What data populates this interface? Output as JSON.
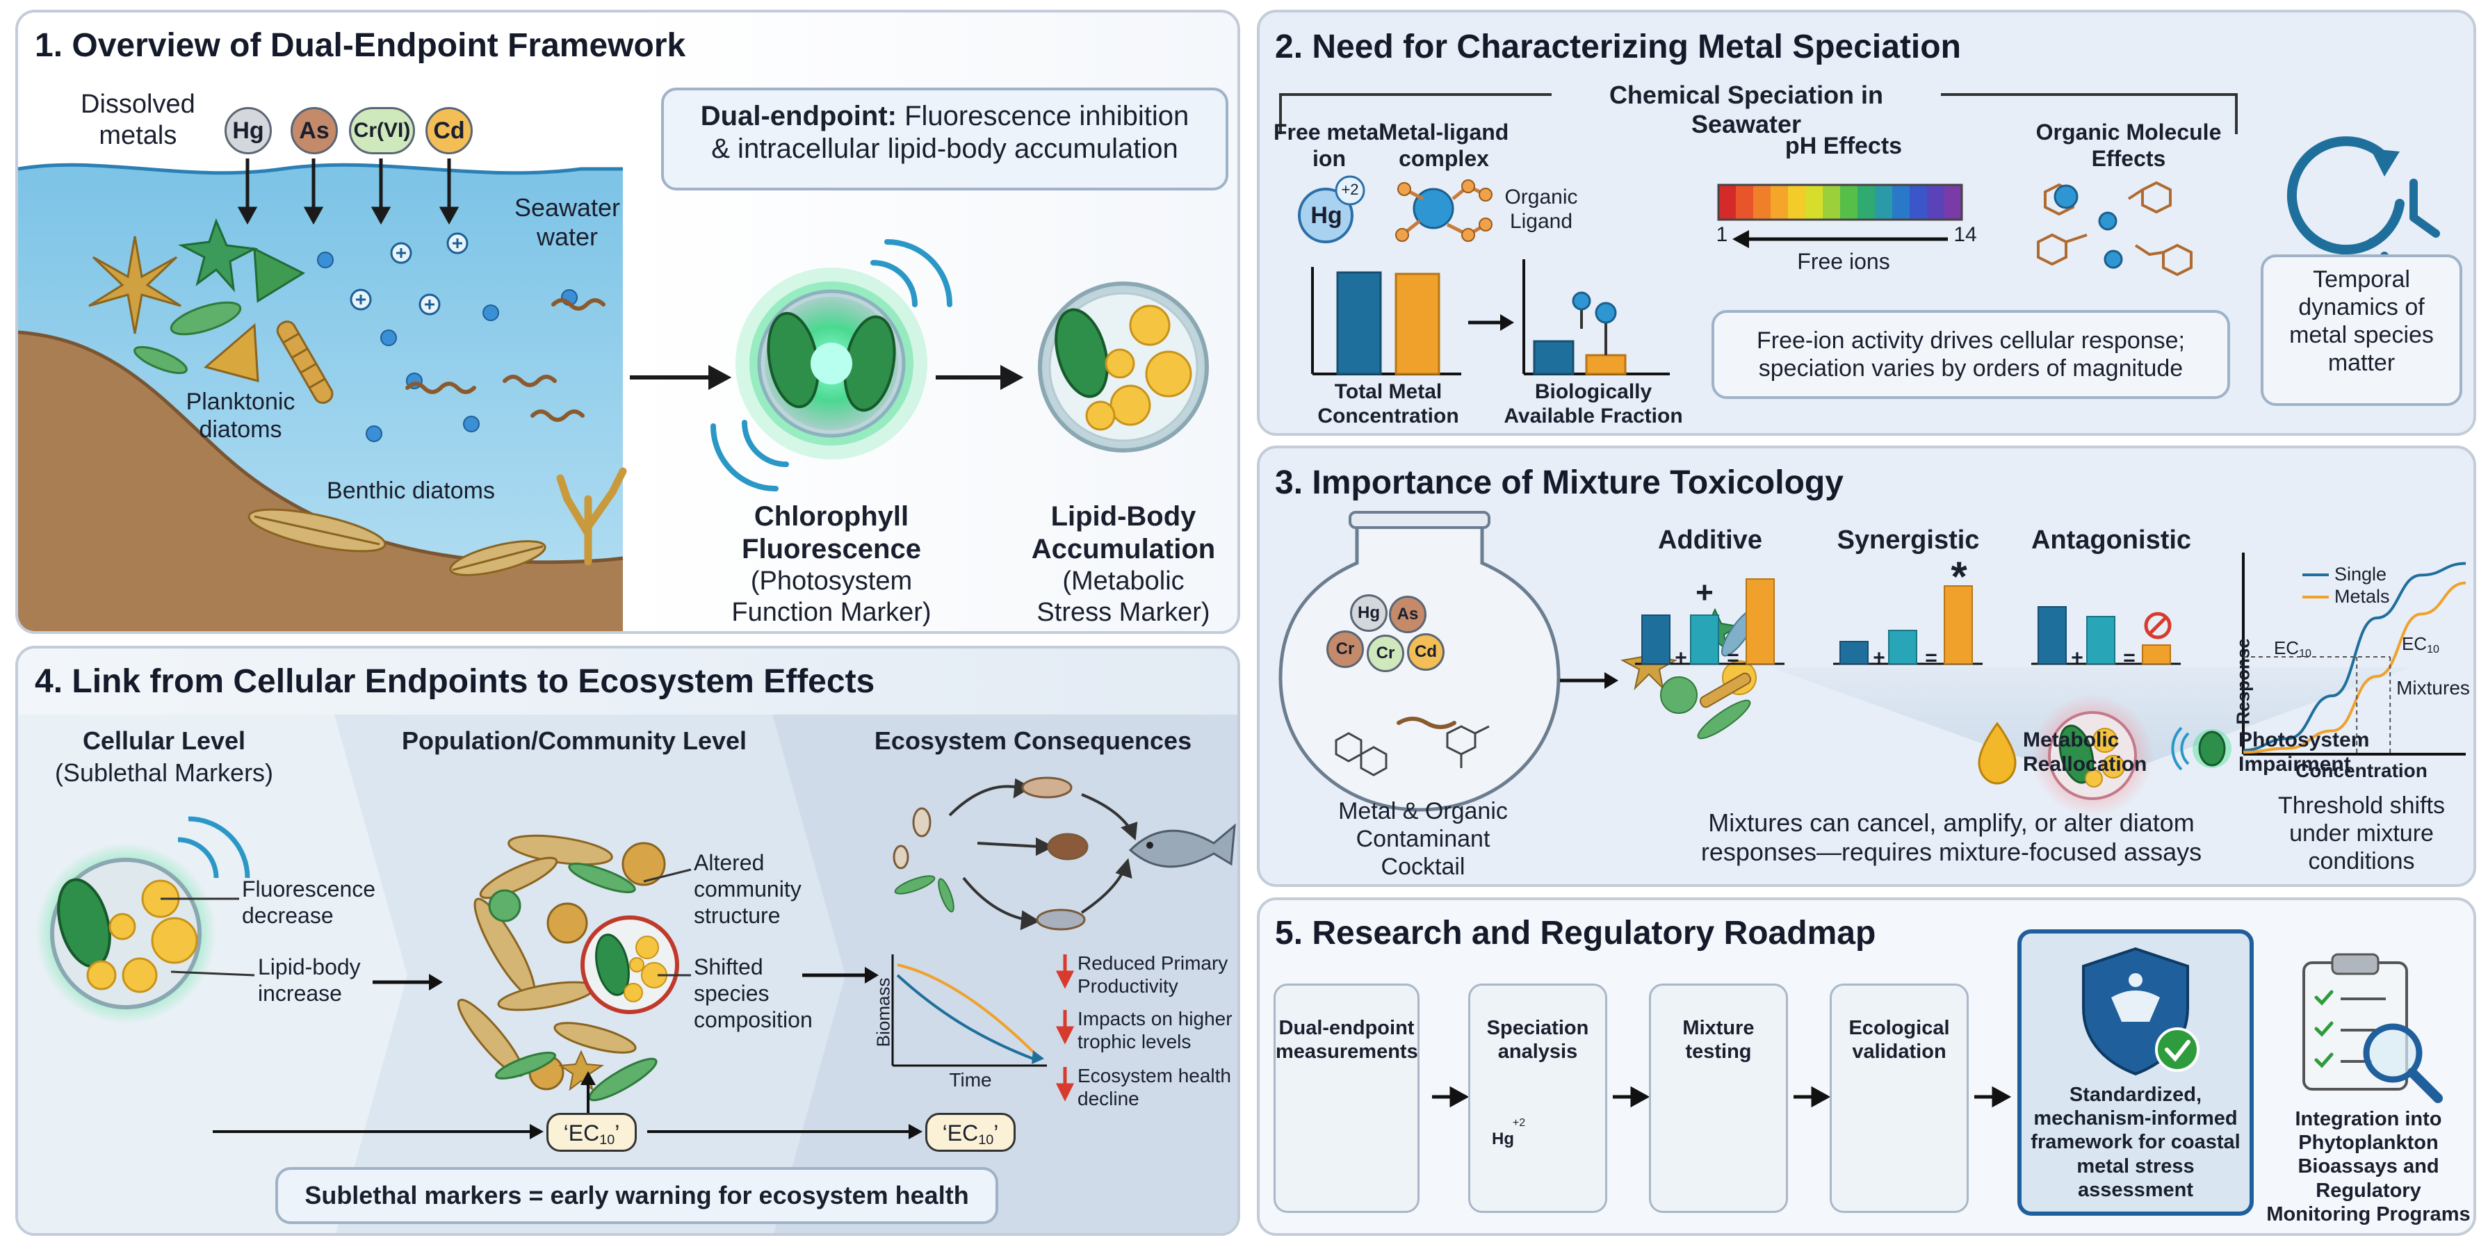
{
  "p1": {
    "title": "1. Overview of Dual-Endpoint Framework",
    "dissolved": "Dissolved\nmetals",
    "metals": [
      "Hg",
      "As",
      "Cr(VI)",
      "Cd"
    ],
    "seawater": "Seawater\nwater",
    "planktonic": "Planktonic\ndiatoms",
    "benthic": "Benthic diatoms",
    "dual_bold": "Dual-endpoint:",
    "dual_rest": " Fluorescence inhibition\n& intracellular lipid-body accumulation",
    "chl_title": "Chlorophyll\nFluorescence",
    "chl_sub": "(Photosystem\nFunction Marker)",
    "lipid_title": "Lipid-Body\nAccumulation",
    "lipid_sub": "(Metabolic\nStress Marker)"
  },
  "p2": {
    "title": "2. Need for Characterizing Metal Speciation",
    "bracket": "Chemical Speciation in Seawater",
    "free_ion": "Free metal\nion",
    "hg": "Hg",
    "hg_charge": "+2",
    "complex": "Metal-ligand\ncomplex",
    "ligand": "Organic\nLigand",
    "ph": "pH Effects",
    "ph_low": "1",
    "ph_high": "14",
    "free_ions": "Free ions",
    "organic": "Organic Molecule\nEffects",
    "total": "Total Metal\nConcentration",
    "bio": "Biologically\nAvailable Fraction",
    "note": "Free-ion activity drives cellular response;\nspeciation varies by orders of magnitude",
    "temporal": "Temporal\ndynamics of\nmetal species\nmatter"
  },
  "p3": {
    "title": "3. Importance of Mixture Toxicology",
    "flask_metals": [
      "Hg",
      "As",
      "Cr",
      "Cr",
      "Cd"
    ],
    "cocktail": "Metal & Organic\nContaminant\nCocktail",
    "additive": "Additive",
    "synergistic": "Synergistic",
    "antagonistic": "Antagonistic",
    "plus": "+",
    "equals": "=",
    "star": "*",
    "metabolic": "Metabolic\nReallocation",
    "photosystem": "Photosystem\nImpairment",
    "summary": "Mixtures can cancel, amplify, or alter diatom\nresponses—requires mixture-focused assays",
    "legend_single": "Single",
    "legend_metals": "Metals",
    "ec10_a": "EC",
    "ec10_b": "EC",
    "ec_sub": "10",
    "mixtures": "Mixtures",
    "ylabel": "Response",
    "xlabel": "Concentration",
    "threshold": "Threshold shifts\nunder mixture\nconditions"
  },
  "p4": {
    "title": "4. Link from Cellular Endpoints to Ecosystem Effects",
    "cell_title": "Cellular Level",
    "cell_sub": "(Sublethal Markers)",
    "pop_title": "Population/Community Level",
    "eco_title": "Ecosystem Consequences",
    "fluor": "Fluorescence\ndecrease",
    "lipid": "Lipid-body\nincrease",
    "altered": "Altered\ncommunity\nstructure",
    "shifted": "Shifted\nspecies\ncomposition",
    "biomass": "Biomass",
    "time": "Time",
    "reduced": "Reduced Primary\nProductivity",
    "impacts": "Impacts on higher\ntrophic levels",
    "decline": "Ecosystem health\ndecline",
    "ec_label": "‘EC",
    "ec_sub": "10",
    "ec_close": "’",
    "banner": "Sublethal markers = early warning for ecosystem health"
  },
  "p5": {
    "title": "5. Research and Regulatory Roadmap",
    "steps": [
      "Dual-endpoint\nmeasurements",
      "Speciation\nanalysis",
      "Mixture\ntesting",
      "Ecological\nvalidation"
    ],
    "hg": "Hg",
    "hg_charge": "+2",
    "framework": "Standardized,\nmechanism-informed\nframework for coastal\nmetal stress\nassessment",
    "integration": "Integration into\nPhytoplankton\nBioassays and\nRegulatory\nMonitoring Programs"
  },
  "colors": {
    "blue_bar": "#1f6f9c",
    "orange_bar": "#f0a12c",
    "teal_bar": "#28a6b8",
    "panel_bg": "#e6eef6",
    "water": "#9fd3ee",
    "sediment": "#a97e52",
    "green_glow": "#22e07a",
    "red_arrow": "#d83a2e"
  },
  "chart_data": {
    "type": "line",
    "title": "",
    "xlabel": "Concentration",
    "ylabel": "Response",
    "series": [
      {
        "name": "Single",
        "values": [
          0.02,
          0.08,
          0.3,
          0.7,
          0.92,
          0.98
        ]
      },
      {
        "name": "Metals",
        "values": [
          0.01,
          0.03,
          0.12,
          0.4,
          0.72,
          0.88
        ]
      }
    ],
    "x": [
      0,
      1,
      2,
      3,
      4,
      5
    ],
    "legend": "top-left",
    "grid": false
  }
}
